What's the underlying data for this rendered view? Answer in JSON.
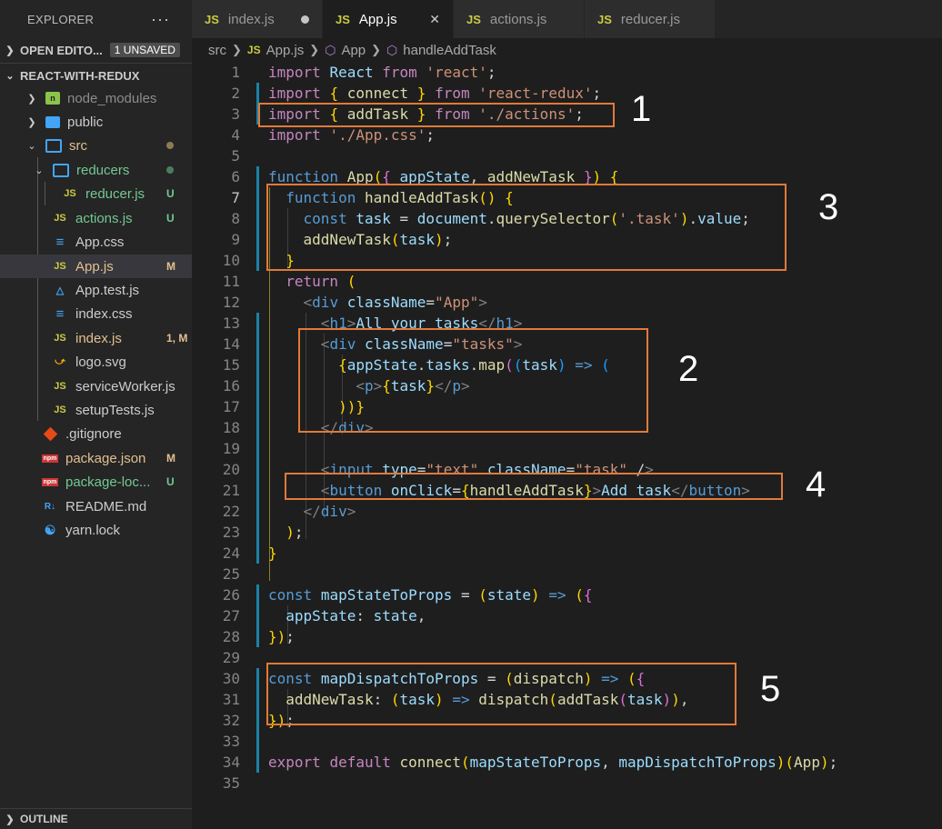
{
  "explorer": {
    "title": "EXPLORER",
    "more": "···",
    "open_editors": {
      "label": "OPEN EDITO...",
      "badge": "1 UNSAVED"
    },
    "project": {
      "label": "REACT-WITH-REDUX"
    },
    "outline": {
      "label": "OUTLINE"
    },
    "files": [
      {
        "name": "node_modules",
        "icon": "node",
        "status": ""
      },
      {
        "name": "public",
        "icon": "folder",
        "status": ""
      },
      {
        "name": "src",
        "icon": "folder",
        "status": ""
      },
      {
        "name": "reducers",
        "icon": "folder",
        "status": ""
      },
      {
        "name": "reducer.js",
        "icon": "JS",
        "status": "U"
      },
      {
        "name": "actions.js",
        "icon": "JS",
        "status": "U"
      },
      {
        "name": "App.css",
        "icon": "CSS",
        "status": ""
      },
      {
        "name": "App.js",
        "icon": "JS",
        "status": "M"
      },
      {
        "name": "App.test.js",
        "icon": "test",
        "status": ""
      },
      {
        "name": "index.css",
        "icon": "CSS",
        "status": ""
      },
      {
        "name": "index.js",
        "icon": "JS",
        "status": "1, M"
      },
      {
        "name": "logo.svg",
        "icon": "svg",
        "status": ""
      },
      {
        "name": "serviceWorker.js",
        "icon": "JS",
        "status": ""
      },
      {
        "name": "setupTests.js",
        "icon": "JS",
        "status": ""
      },
      {
        "name": ".gitignore",
        "icon": "git",
        "status": ""
      },
      {
        "name": "package.json",
        "icon": "npm",
        "status": "M"
      },
      {
        "name": "package-loc...",
        "icon": "npm",
        "status": "U"
      },
      {
        "name": "README.md",
        "icon": "readme",
        "status": ""
      },
      {
        "name": "yarn.lock",
        "icon": "yarn",
        "status": ""
      }
    ]
  },
  "tabs": [
    {
      "icon": "JS",
      "label": "index.js"
    },
    {
      "icon": "JS",
      "label": "App.js"
    },
    {
      "icon": "JS",
      "label": "actions.js"
    },
    {
      "icon": "JS",
      "label": "reducer.js"
    }
  ],
  "breadcrumb": {
    "folder": "src",
    "js": "JS",
    "file": "App.js",
    "component": "App",
    "method": "handleAddTask"
  },
  "code_lines": [
    "import React from 'react';",
    "import { connect } from 'react-redux';",
    "import { addTask } from './actions';",
    "import './App.css';",
    "",
    "function App({ appState, addNewTask }) {",
    "  function handleAddTask() {",
    "    const task = document.querySelector('.task').value;",
    "    addNewTask(task);",
    "  }",
    "  return (",
    "    <div className=\"App\">",
    "      <h1>All your tasks</h1>",
    "      <div className=\"tasks\">",
    "        {appState.tasks.map((task) => (",
    "          <p>{task}</p>",
    "        ))}",
    "      </div>",
    "",
    "      <input type=\"text\" className=\"task\" />",
    "      <button onClick={handleAddTask}>Add task</button>",
    "    </div>",
    "  );",
    "}",
    "",
    "const mapStateToProps = (state) => ({",
    "  appState: state,",
    "});",
    "",
    "const mapDispatchToProps = (dispatch) => ({",
    "  addNewTask: (task) => dispatch(addTask(task)),",
    "});",
    "",
    "export default connect(mapStateToProps, mapDispatchToProps)(App);",
    ""
  ],
  "callouts": [
    "1",
    "2",
    "3",
    "4",
    "5"
  ],
  "colors": {
    "accent_box": "#e07a3a",
    "git_modified": "#e2c08d",
    "git_untracked": "#73c991",
    "js_icon": "#cbcb41"
  }
}
